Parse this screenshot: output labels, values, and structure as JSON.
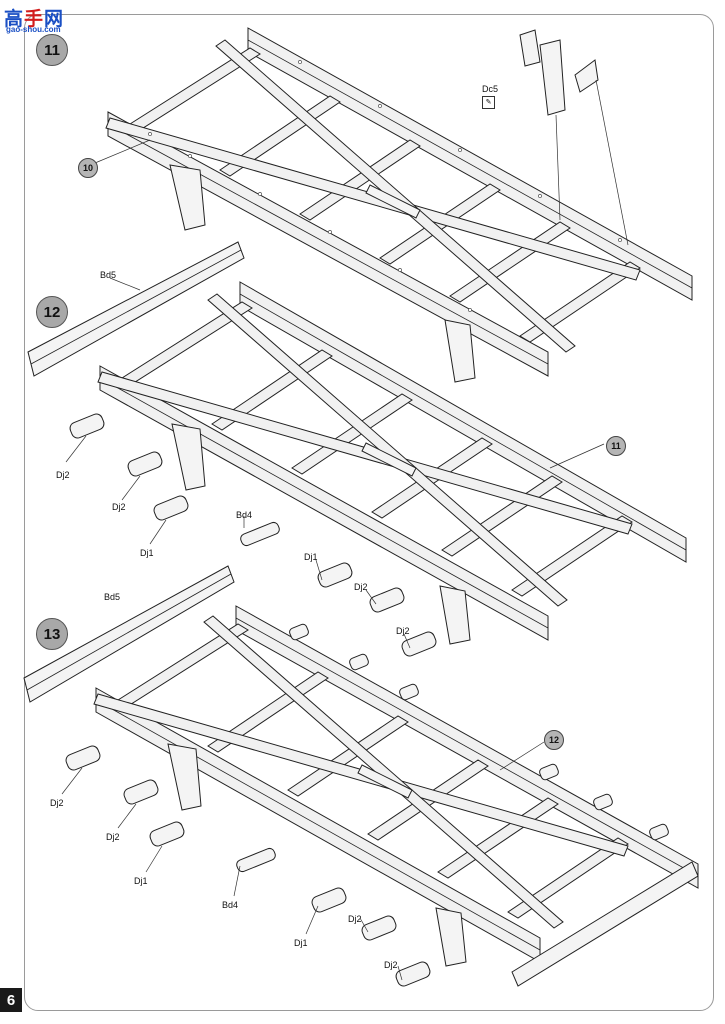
{
  "logo": {
    "text_blue": "高",
    "text_red": "手",
    "text_blue2": "网",
    "url": "gao-shou.com"
  },
  "page_number": "6",
  "steps": [
    {
      "number": "11",
      "callouts": {
        "dc5": "Dc5",
        "ref10": "10"
      }
    },
    {
      "number": "12",
      "callouts": {
        "bd5": "Bd5",
        "dj2a": "Dj2",
        "dj2b": "Dj2",
        "dj1a": "Dj1",
        "bd4": "Bd4",
        "dj1b": "Dj1",
        "dj2c": "Dj2",
        "dj2d": "Dj2",
        "ref11": "11"
      }
    },
    {
      "number": "13",
      "callouts": {
        "bd5": "Bd5",
        "dj2a": "Dj2",
        "dj2b": "Dj2",
        "dj1a": "Dj1",
        "bd4": "Bd4",
        "dj1b": "Dj1",
        "dj2c": "Dj2",
        "dj2d": "Dj2",
        "ref12": "12"
      }
    }
  ],
  "icons": {
    "glue": "glue-icon"
  }
}
